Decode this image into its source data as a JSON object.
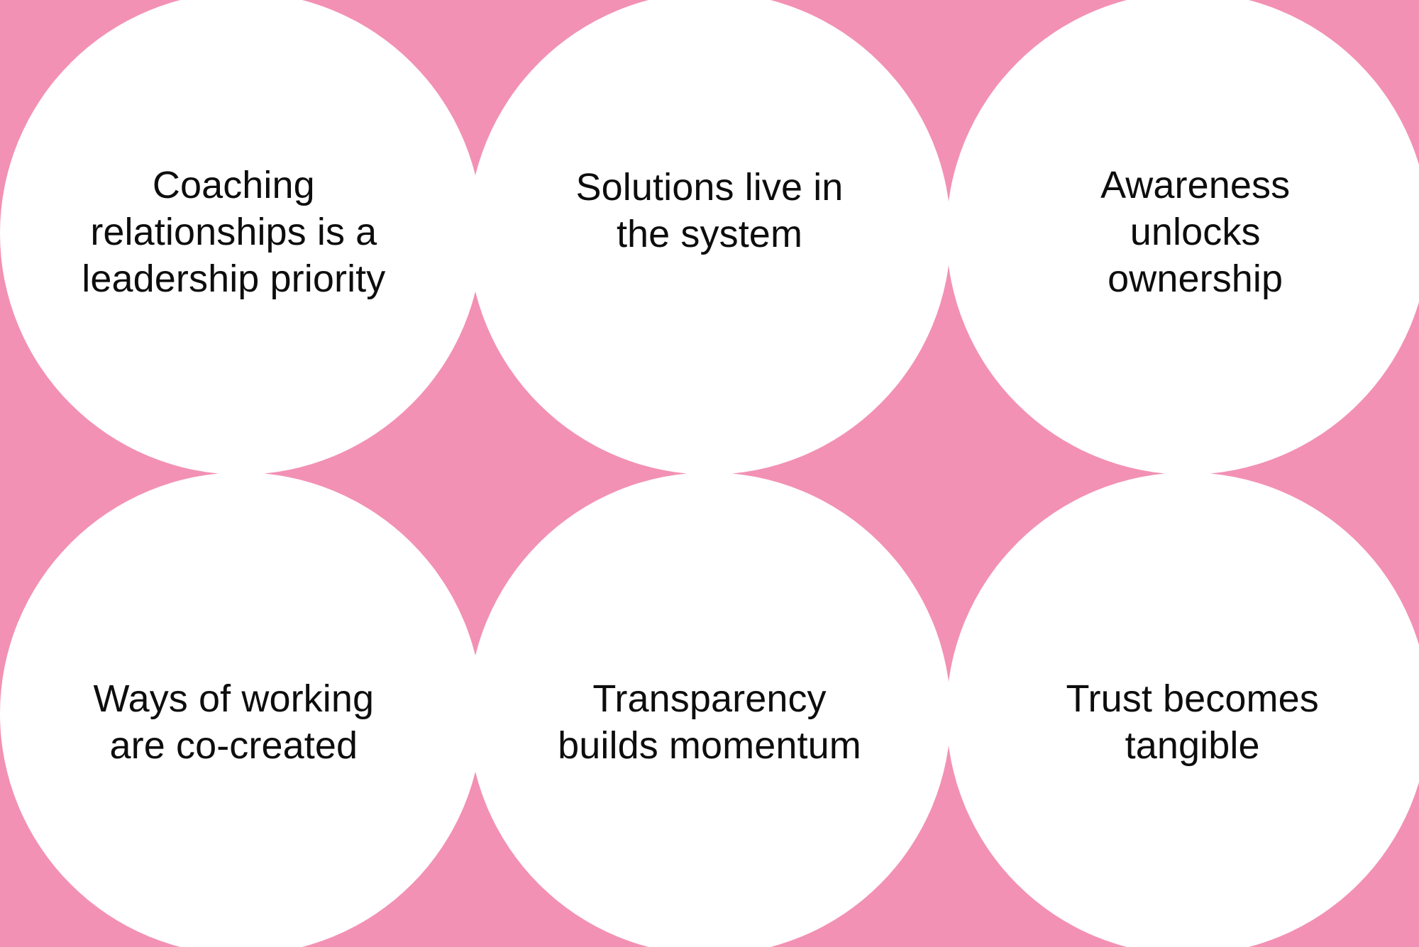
{
  "slide": {
    "background_color": "#f291b4",
    "circle_color": "#ffffff",
    "text_color": "#0d0d0d",
    "layout": "2 rows x 3 columns of overlapping white circles"
  },
  "circles": [
    {
      "id": "coaching-relationships",
      "label": "Coaching\nrelationships is a\nleadership priority"
    },
    {
      "id": "solutions-live-in-the-system",
      "label": "Solutions live in\nthe system"
    },
    {
      "id": "awareness-unlocks-ownership",
      "label": "Awareness\nunlocks\nownership"
    },
    {
      "id": "ways-of-working-are-co-created",
      "label": "Ways of working\nare co-created"
    },
    {
      "id": "transparency-builds-momentum",
      "label": "Transparency\nbuilds momentum"
    },
    {
      "id": "trust-becomes-tangible",
      "label": "Trust becomes\ntangible"
    }
  ]
}
